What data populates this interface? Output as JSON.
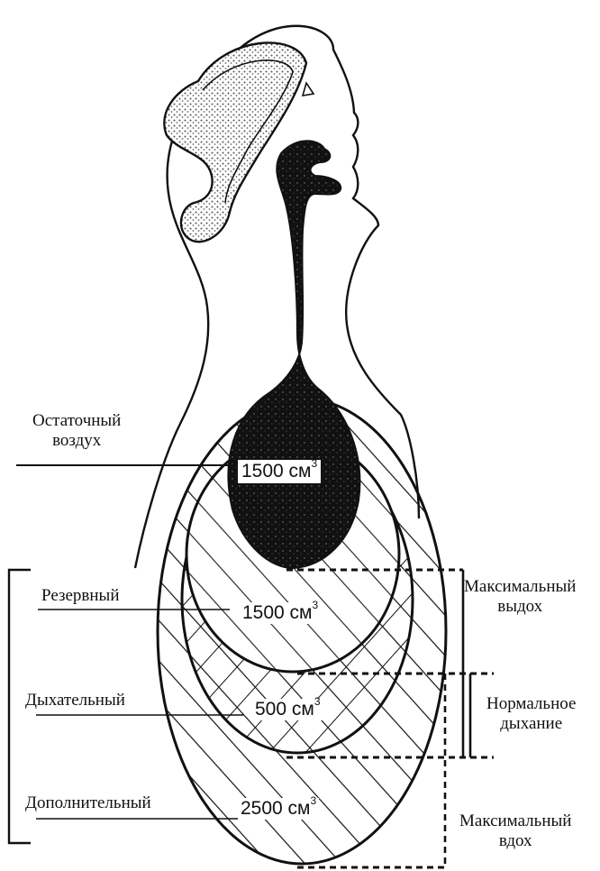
{
  "labels": {
    "residual": [
      "Остаточный",
      "воздух"
    ],
    "reserve": "Резервный",
    "tidal": "Дыхательный",
    "complementary": "Дополнительный",
    "max_exhale": [
      "Максимальный",
      "выдох"
    ],
    "normal_breathing": [
      "Нормальное",
      "дыхание"
    ],
    "max_inhale": [
      "Максимальный",
      "вдох"
    ]
  },
  "volumes": {
    "residual": {
      "value": "1500 см",
      "sup": "3"
    },
    "reserve": {
      "value": "1500 см",
      "sup": "3"
    },
    "tidal": {
      "value": "500 см",
      "sup": "3"
    },
    "complementary": {
      "value": "2500 см",
      "sup": "3"
    }
  },
  "colors": {
    "ink": "#111111",
    "paper": "#ffffff"
  }
}
